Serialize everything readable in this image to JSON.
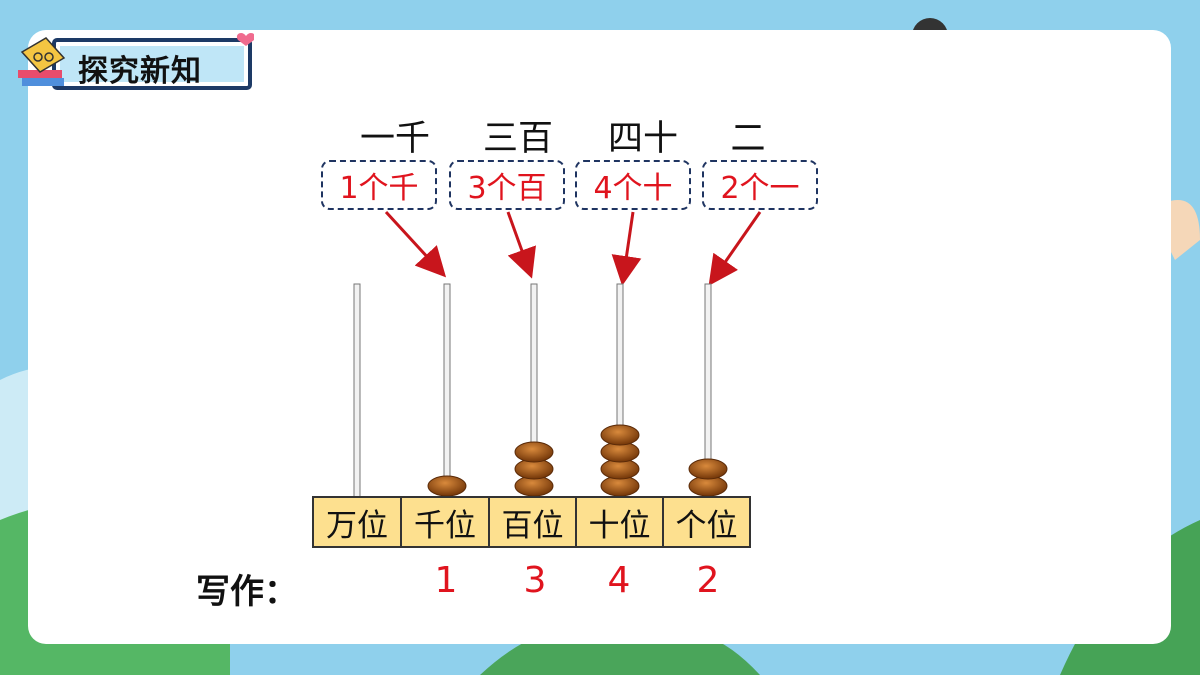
{
  "header": {
    "title": "探究新知"
  },
  "number_words": [
    "一千",
    "三百",
    "四十",
    "二"
  ],
  "count_labels": [
    "1个千",
    "3个百",
    "4个十",
    "2个一"
  ],
  "place_values": [
    "万位",
    "千位",
    "百位",
    "十位",
    "个位"
  ],
  "abacus_beads": {
    "万位": 0,
    "千位": 1,
    "百位": 3,
    "十位": 4,
    "个位": 2
  },
  "write": {
    "label": "写作：",
    "digits": [
      "1",
      "3",
      "4",
      "2"
    ]
  },
  "colors": {
    "card_bg": "#ffffff",
    "bead": "#a0561c",
    "place_cell": "#fde08f",
    "digit_red": "#e0141e",
    "box_border": "#1f3461",
    "background": "#8fd0ec"
  },
  "icons": [
    "book-stack-icon",
    "heart-icon"
  ]
}
